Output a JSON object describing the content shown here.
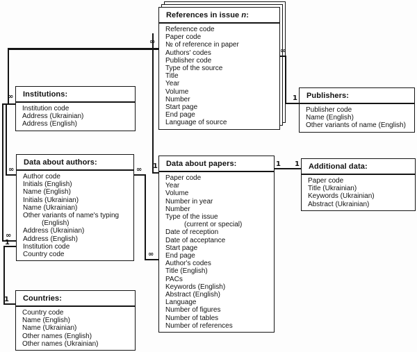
{
  "entities": {
    "references": {
      "title_prefix": "References in issue ",
      "title_var": "n",
      "title_suffix": ":",
      "fields": [
        "Reference code",
        "Paper code",
        "№ of reference in paper",
        "Authors' codes",
        "Publisher code",
        "Type of the source",
        "Title",
        "Year",
        "Volume",
        "Number",
        "Start page",
        "End page",
        "Language of source"
      ]
    },
    "institutions": {
      "title": "Institutions:",
      "fields": [
        "Institution code",
        "Address (Ukrainian)",
        "Address (English)"
      ]
    },
    "authors": {
      "title": "Data about authors:",
      "fields": [
        "Author code",
        "Initials (English)",
        "Name (English)",
        "Initials (Ukrainian)",
        "Name (Ukrainian)",
        "Other variants of name's typing",
        {
          "text": "(English)",
          "indent": true
        },
        "Address (Ukrainian)",
        "Address (English)",
        "Institution code",
        "Country code"
      ]
    },
    "countries": {
      "title": "Countries:",
      "fields": [
        "Country code",
        "Name (English)",
        "Name (Ukrainian)",
        "Other names (English)",
        "Other names (Ukrainian)"
      ]
    },
    "papers": {
      "title": "Data about papers:",
      "fields": [
        "Paper code",
        "Year",
        "Volume",
        "Number in year",
        "Number",
        "Type of the issue",
        {
          "text": "(current or special)",
          "indent": true
        },
        "Date of reception",
        "Date of acceptance",
        "Start page",
        "End page",
        "Author's codes",
        "Title (English)",
        "PACs",
        "Keywords (English)",
        "Abstract (English)",
        "Language",
        "Number of figures",
        "Number of tables",
        "Number of references"
      ]
    },
    "publishers": {
      "title": "Publishers:",
      "fields": [
        "Publisher code",
        "Name (English)",
        "Other variants of name (English)"
      ]
    },
    "additional": {
      "title": "Additional data:",
      "fields": [
        "Paper code",
        "Title (Ukrainian)",
        "Keywords (Ukrainian)",
        "Abstract (Ukrainian)"
      ]
    }
  },
  "cards": {
    "refs_authors_at_refs": "∞",
    "refs_authors_at_authors": "∞",
    "refs_papers_at_papers": "1",
    "refs_pubs_at_refs": "∞",
    "refs_pubs_at_pubs": "1",
    "inst_authors_at_inst": "∞",
    "inst_authors_at_authors": "∞",
    "authors_countries_at_authors": "1",
    "authors_countries_at_countries": "1",
    "authors_papers_at_authors": "∞",
    "authors_papers_at_papers": "∞",
    "papers_addl_at_papers": "1",
    "papers_addl_at_addl": "1"
  }
}
